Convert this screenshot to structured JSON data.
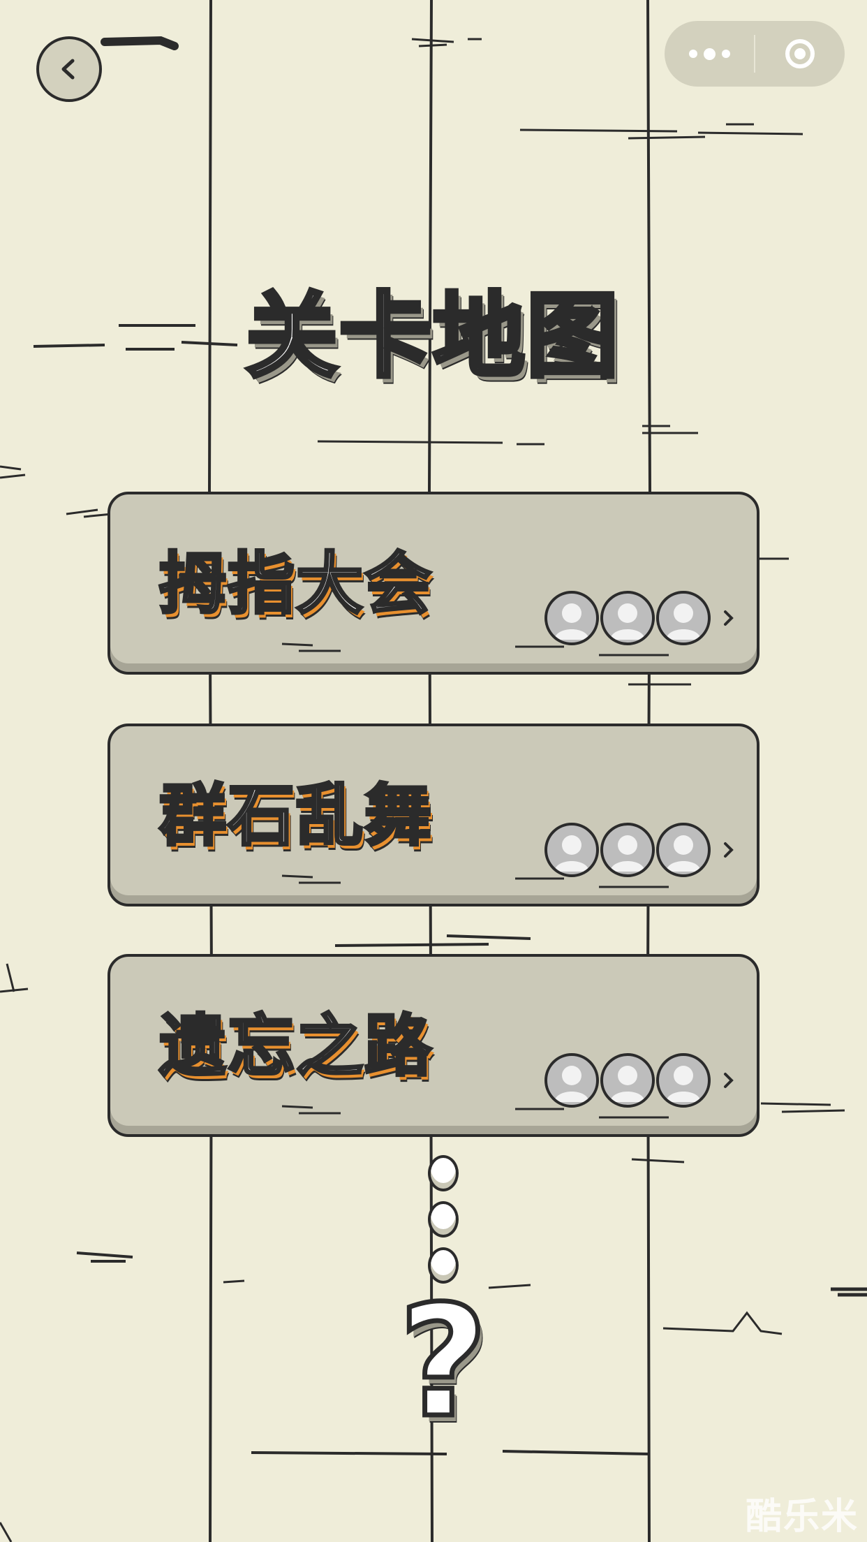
{
  "topbar": {
    "back_icon": "chevron-left-icon",
    "more_icon": "more-dots-icon",
    "close_icon": "target-circle-icon"
  },
  "title": "关卡地图",
  "levels": [
    {
      "name": "拇指大会",
      "progress_avatars": 3,
      "arrow": "›"
    },
    {
      "name": "群石乱舞",
      "progress_avatars": 3,
      "arrow": "›"
    },
    {
      "name": "遗忘之路",
      "progress_avatars": 3,
      "arrow": "›"
    }
  ],
  "locked_hint": "?",
  "watermark": "酷乐米",
  "colors": {
    "background": "#efedd9",
    "card": "#cbc9b8",
    "outline": "#2b2b2b",
    "title_shadow": "#9a988a",
    "accent_orange": "#e8902f",
    "capsule": "#d3d1be"
  }
}
